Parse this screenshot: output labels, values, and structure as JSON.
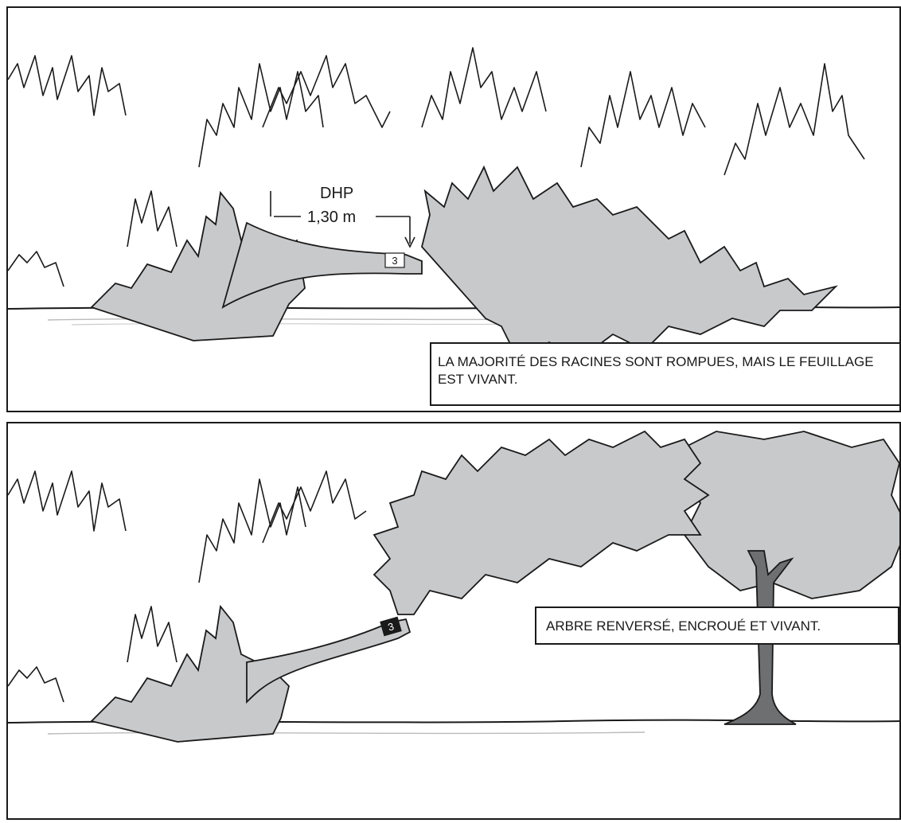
{
  "top_panel": {
    "dhp_label": "DHP",
    "dhp_height": "1,30 m",
    "tag_number": "3",
    "caption": "LA MAJORITÉ DES RACINES SONT ROMPUES, MAIS LE FEUILLAGE EST VIVANT."
  },
  "bottom_panel": {
    "tag_number": "3",
    "caption": "ARBRE RENVERSÉ, ENCROUÉ ET VIVANT."
  },
  "colors": {
    "fill": "#c8c9cb",
    "stroke": "#1a1a1a",
    "standing_tree": "#6e6f71"
  }
}
